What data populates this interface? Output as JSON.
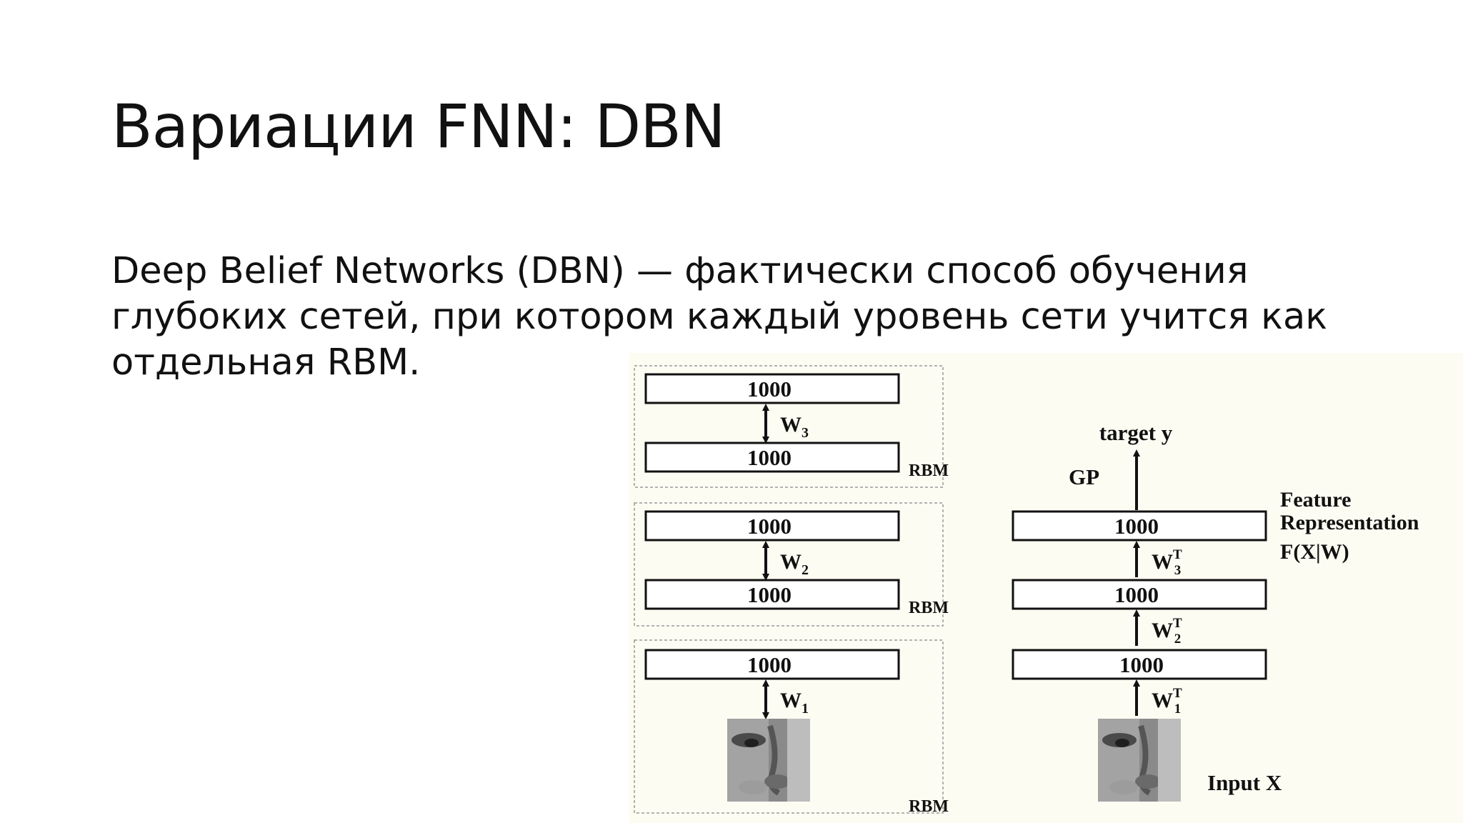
{
  "slide": {
    "title": "Вариации FNN: DBN",
    "body_lines": [
      "Deep Belief Networks (DBN) — фактически способ обучения",
      "глубоких сетей, при котором каждый уровень сети учится как",
      "отдельная RBM."
    ]
  },
  "figure": {
    "left_stack": {
      "rbms": [
        {
          "top_units": "1000",
          "bottom_units": "1000",
          "weight": "W",
          "weight_sub": "3",
          "tag": "RBM"
        },
        {
          "top_units": "1000",
          "bottom_units": "1000",
          "weight": "W",
          "weight_sub": "2",
          "tag": "RBM"
        },
        {
          "top_units": "1000",
          "bottom_units": "image",
          "weight": "W",
          "weight_sub": "1",
          "tag": "RBM"
        }
      ]
    },
    "right_stack": {
      "target_label": "target y",
      "gp_label": "GP",
      "feature_label_1": "Feature",
      "feature_label_2": "Representation",
      "feature_label_3": "F(X|W)",
      "layers": [
        "1000",
        "1000",
        "1000"
      ],
      "weights": [
        {
          "base": "W",
          "sup": "T",
          "sub": "3"
        },
        {
          "base": "W",
          "sup": "T",
          "sub": "2"
        },
        {
          "base": "W",
          "sup": "T",
          "sub": "1"
        }
      ],
      "input_label": "Input X"
    }
  }
}
